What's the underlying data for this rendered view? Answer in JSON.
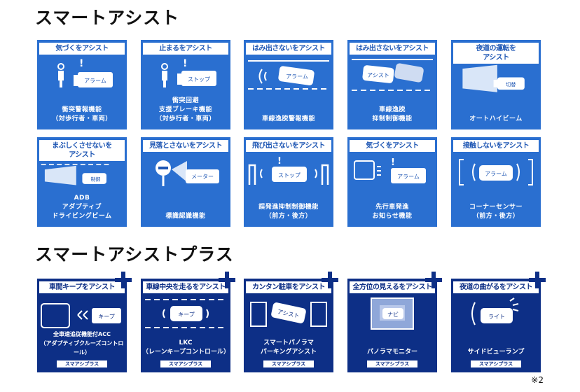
{
  "headings": {
    "smart_assist": "スマートアシスト",
    "smart_assist_plus": "スマートアシストプラス"
  },
  "smart_assist": [
    {
      "label": "気づくをアシスト",
      "caption": "衝突警報機能\n（対歩行者・車両）",
      "icon": "pedestrian-alarm-icon",
      "tag": "アラーム"
    },
    {
      "label": "止まるをアシスト",
      "caption": "衝突回避\n支援ブレーキ機能\n（対歩行者・車両）",
      "icon": "pedestrian-stop-icon",
      "tag": "ストップ"
    },
    {
      "label": "はみ出さないをアシスト",
      "caption": "車線逸脱警報機能",
      "icon": "lane-alarm-icon",
      "tag": "アラーム"
    },
    {
      "label": "はみ出さないをアシスト",
      "caption": "車線逸脱\n抑制制御機能",
      "icon": "lane-assist-icon",
      "tag": "アシスト"
    },
    {
      "label": "夜道の運転を\nアシスト",
      "caption": "オートハイビーム",
      "icon": "headlight-switch-icon",
      "tag": "切替"
    },
    {
      "label": "まぶしくさせないを\nアシスト",
      "caption": "ADB\nアダプティブ\nドライビングビーム",
      "icon": "adaptive-beam-icon",
      "tag": "制御"
    },
    {
      "label": "見落とさないをアシスト",
      "caption": "標識認識機能",
      "icon": "sign-meter-icon",
      "tag": "メーター"
    },
    {
      "label": "飛び出さないをアシスト",
      "caption": "誤発進抑制制御機能\n（前方・後方）",
      "icon": "misstart-stop-icon",
      "tag": "ストップ"
    },
    {
      "label": "気づくをアシスト",
      "caption": "先行車発進\nお知らせ機能",
      "icon": "lead-car-alarm-icon",
      "tag": "アラーム"
    },
    {
      "label": "接触しないをアシスト",
      "caption": "コーナーセンサー\n（前方・後方）",
      "icon": "corner-sensor-icon",
      "tag": "アラーム"
    }
  ],
  "smart_assist_plus": [
    {
      "label": "車間キープをアシスト",
      "caption": "全車速追従機能付ACC\n（アダプティブクルーズコントロール）",
      "icon": "acc-keep-icon",
      "tag": "キープ",
      "badge": "スマアシプラス"
    },
    {
      "label": "車線中央を走るをアシスト",
      "caption": "LKC\n（レーンキープコントロール）",
      "icon": "lane-keep-icon",
      "tag": "キープ",
      "badge": "スマアシプラス"
    },
    {
      "label": "カンタン駐車をアシスト",
      "caption": "スマートパノラマ\nパーキングアシスト",
      "icon": "parking-assist-icon",
      "tag": "アシスト",
      "badge": "スマアシプラス"
    },
    {
      "label": "全方位の見えるをアシスト",
      "caption": "パノラマモニター",
      "icon": "panorama-monitor-icon",
      "tag": "ナビ",
      "badge": "スマアシプラス"
    },
    {
      "label": "夜道の曲がるをアシスト",
      "caption": "サイドビューランプ",
      "icon": "side-lamp-icon",
      "tag": "ライト",
      "badge": "スマアシプラス"
    }
  ],
  "note": "※2",
  "colors": {
    "tile": "#2a6fd0",
    "tile_plus": "#0d2f86",
    "accent": "#1f57b4"
  }
}
